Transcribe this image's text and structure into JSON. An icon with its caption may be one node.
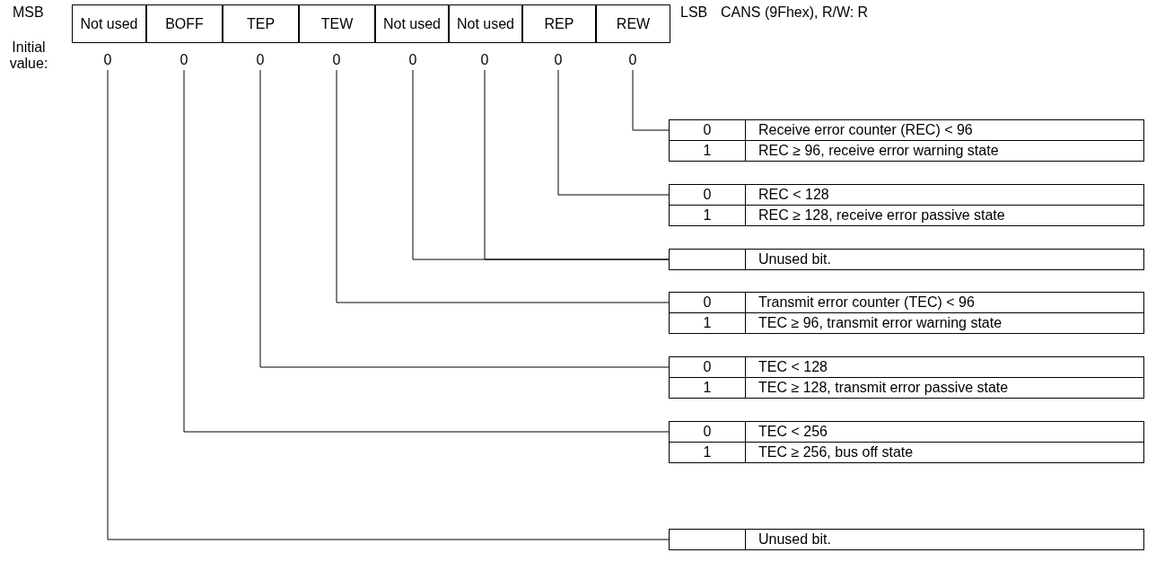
{
  "diagram": {
    "nodes": [
      {
        "text": [
          "Not used"
        ]
      },
      {
        "text": [
          "BOFF"
        ]
      },
      {
        "text": [
          "TEP"
        ]
      },
      {
        "text": [
          "TEW"
        ]
      },
      {
        "text": [
          "Not used"
        ]
      },
      {
        "text": [
          "Not used"
        ]
      },
      {
        "text": [
          "REP"
        ]
      },
      {
        "text": [
          "REW"
        ]
      },
      {
        "text": [
          "0"
        ]
      },
      {
        "text": [
          "0"
        ]
      },
      {
        "text": [
          "0"
        ]
      },
      {
        "text": [
          "0"
        ]
      },
      {
        "text": [
          "0"
        ]
      },
      {
        "text": [
          "0"
        ]
      },
      {
        "text": [
          "0"
        ]
      },
      {
        "text": [
          "0"
        ]
      },
      {
        "text": [
          "0",
          "Receive error counter (REC) < 96",
          "1",
          "REC ≥ 96, receive error warning state"
        ]
      },
      {
        "text": [
          "0",
          "REC < 128",
          "1",
          "REC ≥ 128, receive error passive state"
        ]
      },
      {
        "text": [
          "Unused bit."
        ]
      },
      {
        "text": [
          "0",
          "Transmit error counter (TEC) < 96",
          "1",
          "TEC ≥ 96, transmit error warning state"
        ]
      },
      {
        "text": [
          "0",
          "TEC < 128",
          "1",
          "TEC ≥ 128, transmit error passive state"
        ]
      },
      {
        "text": [
          "0",
          "TEC < 256",
          "1",
          "TEC ≥ 256, bus off state"
        ]
      },
      {
        "text": [
          "Unused bit."
        ]
      }
    ],
    "edges": [
      {
        "from": 15,
        "to": 16,
        "arrow": "none"
      },
      {
        "from": 14,
        "to": 17,
        "arrow": "none"
      },
      {
        "from": 13,
        "to": 18,
        "arrow": "none"
      },
      {
        "from": 12,
        "to": 18,
        "arrow": "none"
      },
      {
        "from": 11,
        "to": 19,
        "arrow": "none"
      },
      {
        "from": 10,
        "to": 20,
        "arrow": "none"
      },
      {
        "from": 9,
        "to": 21,
        "arrow": "none"
      },
      {
        "from": 8,
        "to": 22,
        "arrow": "none"
      }
    ],
    "labels": [
      "MSB",
      "LSB",
      "CANS (9Fhex), R/W: R",
      "Initial value:"
    ]
  }
}
